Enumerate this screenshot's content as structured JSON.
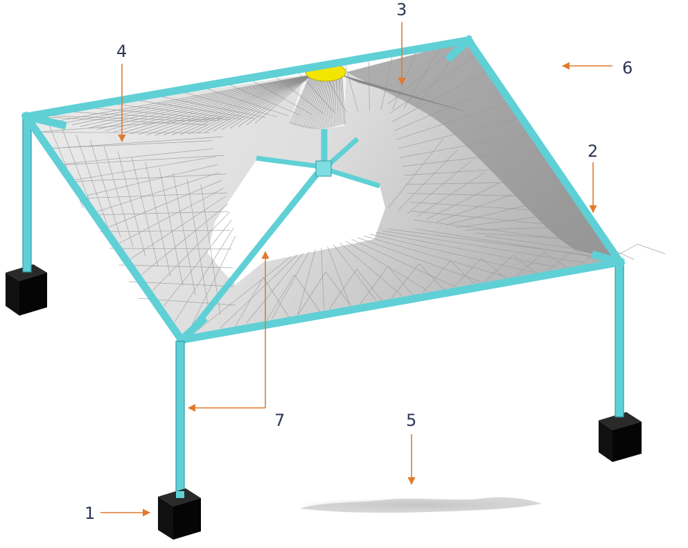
{
  "diagram": {
    "callouts": [
      {
        "id": "1",
        "label": "1"
      },
      {
        "id": "2",
        "label": "2"
      },
      {
        "id": "3",
        "label": "3"
      },
      {
        "id": "4",
        "label": "4"
      },
      {
        "id": "5",
        "label": "5"
      },
      {
        "id": "6",
        "label": "6"
      },
      {
        "id": "7",
        "label": "7"
      }
    ]
  },
  "colors": {
    "frame": "#5fd0d6",
    "membrane": "#e6e6e6",
    "membrane_shadow": "#a9a9a9",
    "cap": "#f2e600",
    "footing": "#111111",
    "arrow": "#e07a2e",
    "label": "#2b3654"
  },
  "icons": {
    "pointer": "arrow-icon"
  }
}
